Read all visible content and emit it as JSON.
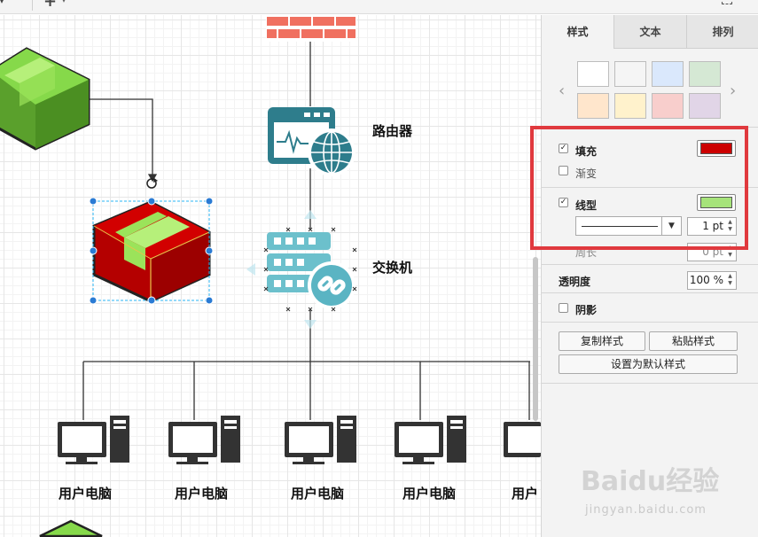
{
  "labels": {
    "router": "路由器",
    "switch": "交换机",
    "pcs": [
      "用户电脑",
      "用户电脑",
      "用户电脑",
      "用户电脑",
      "用户"
    ]
  },
  "panel": {
    "tabs": [
      "样式",
      "文本",
      "排列"
    ],
    "swatches": [
      "#ffffff",
      "#f5f5f5",
      "#dae8fc",
      "#d5e8d4",
      "#ffe6cc",
      "#fff2cc",
      "#f8cecc",
      "#e1d5e7"
    ],
    "fill_label": "填充",
    "fill_color": "#cc0000",
    "gradient_label": "渐变",
    "line_label": "线型",
    "line_color": "#a6e37a",
    "line_width": "1 pt",
    "perimeter_label": "周长",
    "perimeter_value": "0 pt",
    "opacity_label": "透明度",
    "opacity_value": "100 %",
    "shadow_label": "阴影",
    "copy_style": "复制样式",
    "paste_style": "粘贴样式",
    "set_default": "设置为默认样式"
  },
  "colors": {
    "highlight": "#e0393e",
    "selected_box_fill": "#c00000",
    "box_green": "#6ec531",
    "router_teal": "#2e7d8c",
    "switch_teal": "#6cc0cc",
    "firewall": "#f07060"
  },
  "watermark": {
    "logo": "Baidu经验",
    "url": "jingyan.baidu.com"
  }
}
